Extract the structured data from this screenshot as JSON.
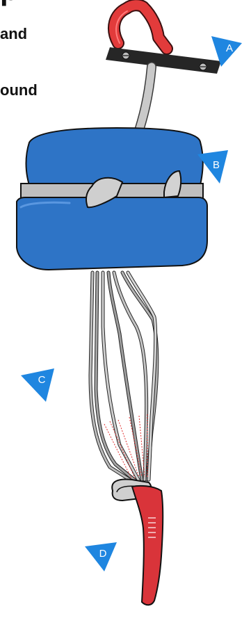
{
  "text_fragments": [
    "p",
    "and",
    "ound"
  ],
  "callouts": [
    {
      "id": "a",
      "label": "A"
    },
    {
      "id": "b",
      "label": "B"
    },
    {
      "id": "c",
      "label": "C"
    },
    {
      "id": "d",
      "label": "D"
    }
  ],
  "colors": {
    "callout": "#1f86e0",
    "handle_red": "#e23b3b",
    "bar_black": "#262626",
    "container_blue": "#2e74c6",
    "cord_gray": "#a9a9a9",
    "strap_red": "#d9343a"
  }
}
